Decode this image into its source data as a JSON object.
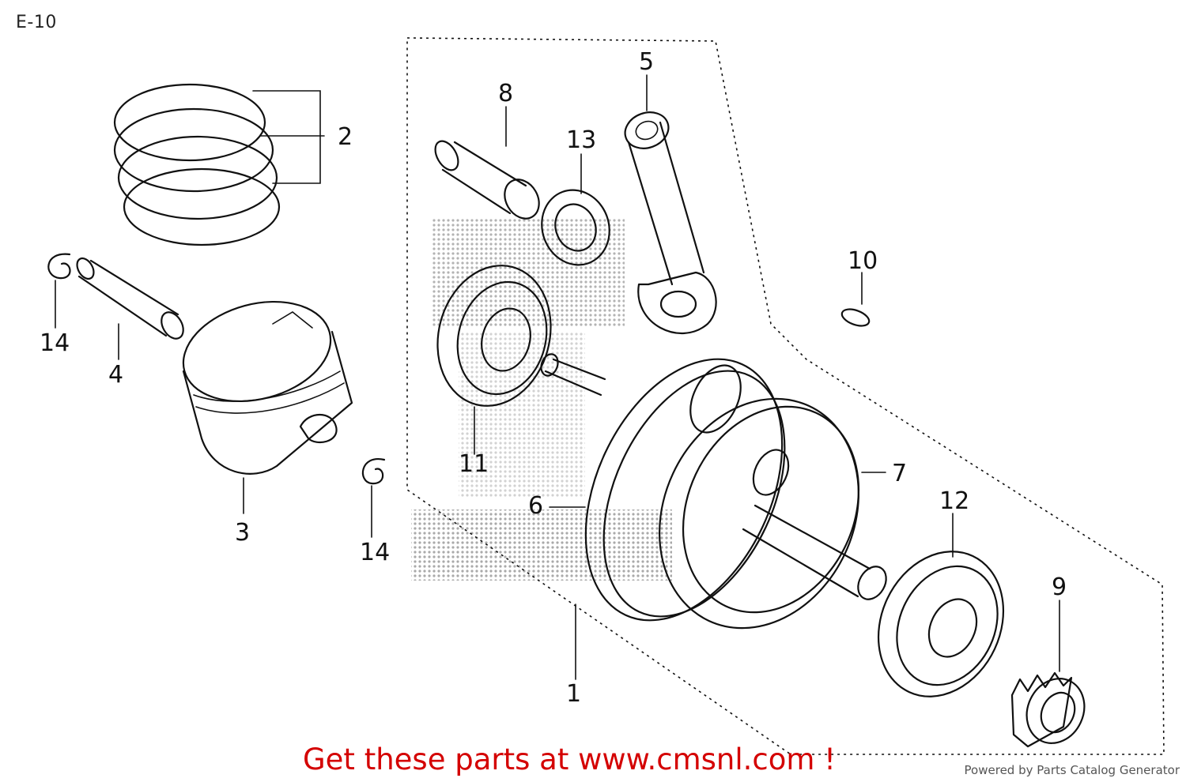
{
  "title": "E-10",
  "callouts": [
    {
      "id": "1",
      "text": "1"
    },
    {
      "id": "2",
      "text": "2"
    },
    {
      "id": "3",
      "text": "3"
    },
    {
      "id": "4",
      "text": "4"
    },
    {
      "id": "5",
      "text": "5"
    },
    {
      "id": "6",
      "text": "6"
    },
    {
      "id": "7",
      "text": "7"
    },
    {
      "id": "8",
      "text": "8"
    },
    {
      "id": "9",
      "text": "9"
    },
    {
      "id": "10",
      "text": "10"
    },
    {
      "id": "11",
      "text": "11"
    },
    {
      "id": "12",
      "text": "12"
    },
    {
      "id": "13",
      "text": "13"
    },
    {
      "id": "14a",
      "text": "14"
    },
    {
      "id": "14b",
      "text": "14"
    }
  ],
  "cta": {
    "text": "Get these parts at www.cmsnl.com !"
  },
  "footer": {
    "text": "Powered by Parts Catalog Generator"
  },
  "colors": {
    "cta": "#d40000",
    "line": "#111111",
    "footer": "#555555",
    "watermark": "#9a9a9a"
  }
}
